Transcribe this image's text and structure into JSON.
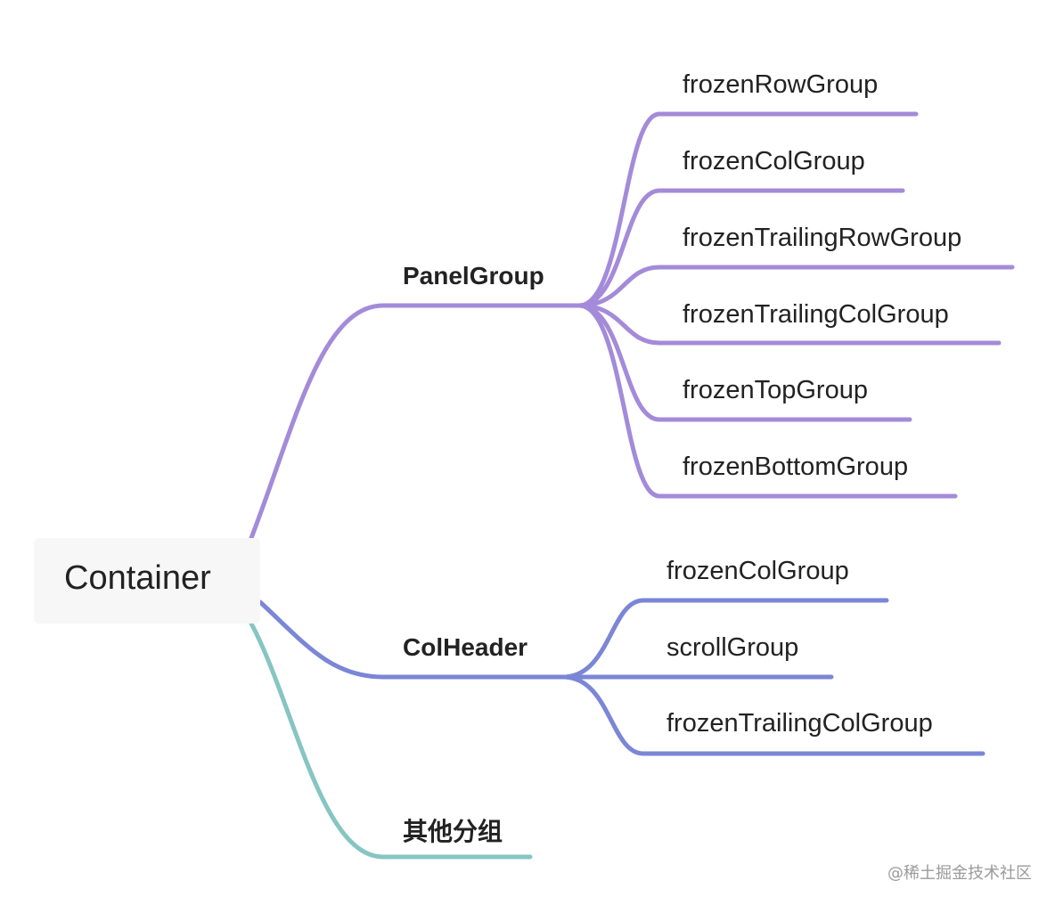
{
  "colors": {
    "panel_branch": "#a48bd9",
    "colheader_branch": "#7b86d6",
    "other_branch": "#86c5c2"
  },
  "root": {
    "label": "Container"
  },
  "branches": [
    {
      "label": "PanelGroup",
      "children": [
        "frozenRowGroup",
        "frozenColGroup",
        "frozenTrailingRowGroup",
        "frozenTrailingColGroup",
        "frozenTopGroup",
        "frozenBottomGroup"
      ]
    },
    {
      "label": "ColHeader",
      "children": [
        "frozenColGroup",
        "scrollGroup",
        "frozenTrailingColGroup"
      ]
    },
    {
      "label": "其他分组",
      "children": []
    }
  ],
  "watermark": "@稀土掘金技术社区"
}
